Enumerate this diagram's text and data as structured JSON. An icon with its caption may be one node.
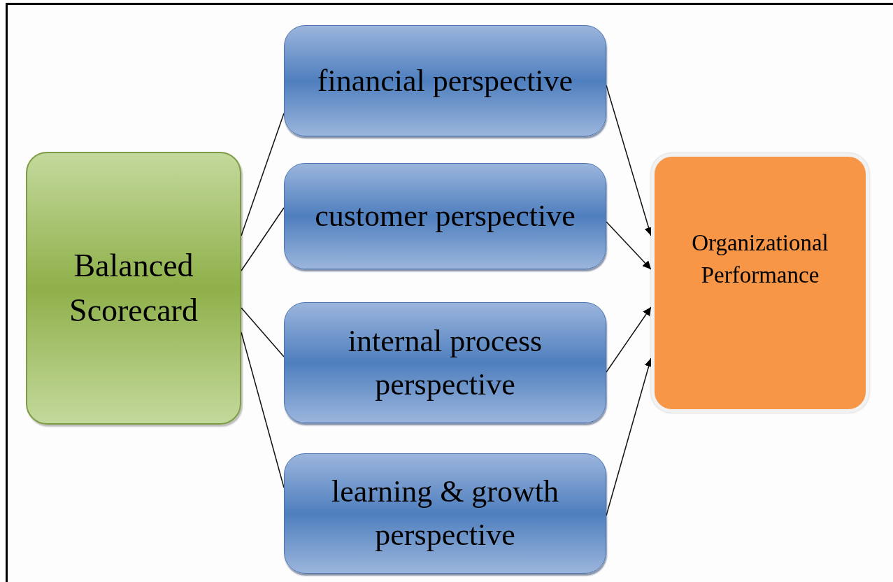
{
  "diagram": {
    "nodes": [
      {
        "text": [
          "Balanced Scorecard"
        ]
      },
      {
        "text": [
          "financial perspective"
        ]
      },
      {
        "text": [
          "customer perspective"
        ]
      },
      {
        "text": [
          "internal process perspective"
        ]
      },
      {
        "text": [
          "learning & growth perspective"
        ]
      },
      {
        "text": [
          "Organizational Performance"
        ]
      }
    ],
    "edges": [
      {
        "from": 0,
        "to": 1,
        "arrow": "none"
      },
      {
        "from": 0,
        "to": 2,
        "arrow": "none"
      },
      {
        "from": 0,
        "to": 3,
        "arrow": "none"
      },
      {
        "from": 0,
        "to": 4,
        "arrow": "none"
      },
      {
        "from": 1,
        "to": 5,
        "arrow": "to"
      },
      {
        "from": 2,
        "to": 5,
        "arrow": "to"
      },
      {
        "from": 3,
        "to": 5,
        "arrow": "to"
      },
      {
        "from": 4,
        "to": 5,
        "arrow": "to"
      }
    ]
  }
}
